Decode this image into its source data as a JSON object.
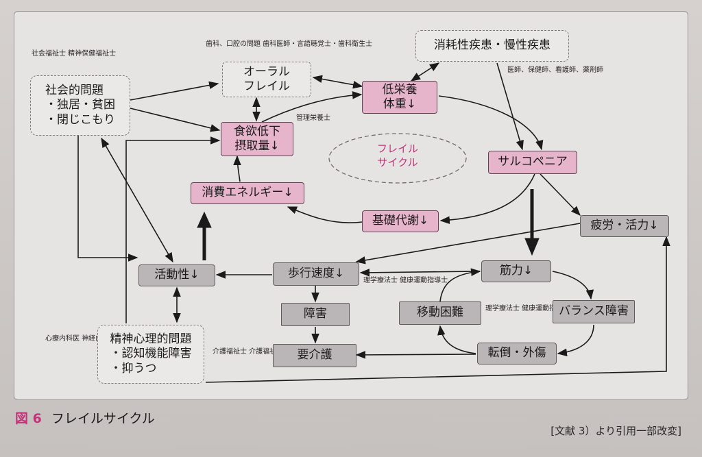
{
  "boxes": {
    "oral_frail": "オーラル\nフレイル",
    "undernutrition": "低栄養\n体重↓",
    "wasting_disease": "消耗性疾患・慢性疾患",
    "social_problems": "社会的問題\n・独居・貧困\n・閉じこもり",
    "appetite_loss": "食欲低下\n摂取量↓",
    "energy_expenditure": "消費エネルギー↓",
    "sarcopenia": "サルコペニア",
    "basal_metabolism": "基礎代謝↓",
    "fatigue": "疲労・活力↓",
    "activity": "活動性↓",
    "walking_speed": "歩行速度↓",
    "muscle_strength": "筋力↓",
    "disability": "障害",
    "mobility_difficulty": "移動困難",
    "balance_disorder": "バランス障害",
    "care_needed": "要介護",
    "falls": "転倒・外傷",
    "psych_problems": "精神心理的問題\n・認知機能障害\n・抑うつ"
  },
  "cycle_label": "フレイル\nサイクル",
  "notes": {
    "social_workers": "社会福祉士\n精神保健福祉士",
    "dental": "歯科、口腔の問題\n歯科医師・言語聴覚士・歯科衛生士",
    "medical": "医師、保健師、看護師、薬剤師",
    "dietitian": "管理栄養士",
    "pt_walking": "理学療法士\n健康運動指導士",
    "pt_balance": "理学療法士\n健康運動指導士",
    "care_workers": "介護福祉士\n介護福祉士専門員",
    "psych_staff": "心療内科医\n神経内科医\n公認心理士\n臨床心理士"
  },
  "caption": {
    "figure_no": "図 6",
    "title": "フレイルサイクル"
  },
  "source": "[文献 3）より引用一部改変]",
  "colors": {
    "pink_box": "#e7b5cb",
    "gray_box": "#bab6b8",
    "accent": "#c2337a",
    "arrow": "#1a1a1a"
  }
}
